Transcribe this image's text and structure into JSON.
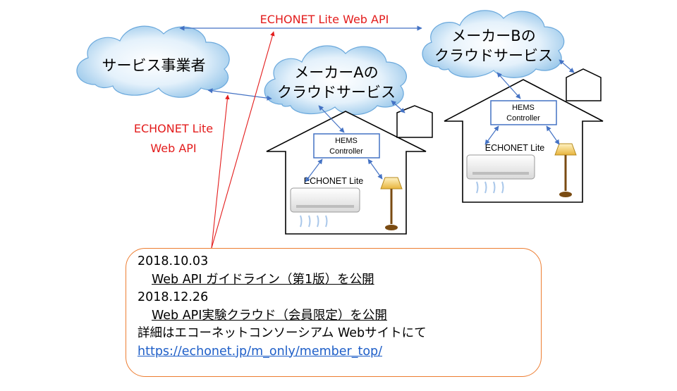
{
  "top_label": "ECHONET Lite Web API",
  "left_label": {
    "line1": "ECHONET Lite",
    "line2": "Web API"
  },
  "clouds": {
    "service": {
      "label": "サービス事業者"
    },
    "maker_a": {
      "line1": "メーカーAの",
      "line2": "クラウドサービス"
    },
    "maker_b": {
      "line1": "メーカーBの",
      "line2": "クラウドサービス"
    }
  },
  "house_a": {
    "hems_line1": "HEMS",
    "hems_line2": "Controller",
    "el_label": "ECHONET Lite"
  },
  "house_b": {
    "hems_line1": "HEMS",
    "hems_line2": "Controller",
    "el_label": "ECHONET Lite"
  },
  "info": {
    "date1": "2018.10.03",
    "item1": "Web API ガイドライン（第1版）を公開",
    "date2": "2018.12.26",
    "item2": "Web API実験クラウド（会員限定）を公開",
    "details": "詳細はエコーネットコンソーシアム Webサイトにて",
    "link": "https://echonet.jp/m_only/member_top/"
  },
  "colors": {
    "red": "#e31c1c",
    "blue": "#4472c4",
    "orange": "#ed7d31",
    "link": "#1f5fc8"
  }
}
